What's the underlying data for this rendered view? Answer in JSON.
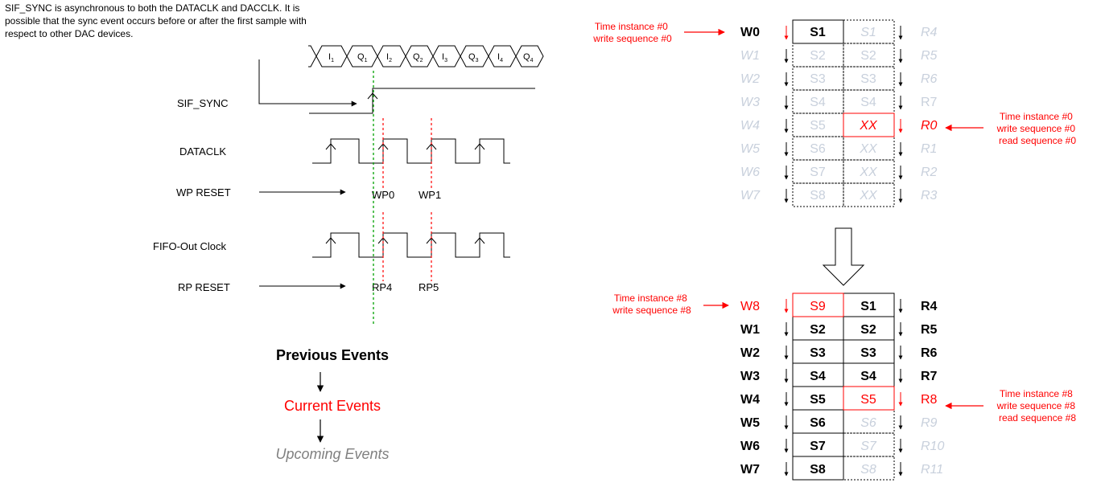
{
  "note": "SIF_SYNC is asynchronous to both the DATACLK and DACCLK. It is possible that the sync event occurs before or after the first sample with respect to other DAC devices.",
  "timing": {
    "samples": [
      {
        "base": "I",
        "sub": "1"
      },
      {
        "base": "Q",
        "sub": "1"
      },
      {
        "base": "I",
        "sub": "2"
      },
      {
        "base": "Q",
        "sub": "2"
      },
      {
        "base": "I",
        "sub": "3"
      },
      {
        "base": "Q",
        "sub": "3"
      },
      {
        "base": "I",
        "sub": "4"
      },
      {
        "base": "Q",
        "sub": "4"
      }
    ],
    "signals": {
      "sif_sync": "SIF_SYNC",
      "dataclk": "DATACLK",
      "wp_reset": "WP RESET",
      "fifo_out_clock": "FIFO-Out Clock",
      "rp_reset": "RP RESET"
    },
    "pointers": {
      "wp0": "WP0",
      "wp1": "WP1",
      "rp4": "RP4",
      "rp5": "RP5"
    }
  },
  "legend": {
    "previous": "Previous Events",
    "current": "Current Events",
    "upcoming": "Upcoming Events"
  },
  "colors": {
    "current": "#ff0000",
    "upcoming": "#c8d0dc",
    "sync_marker": "#00a000"
  },
  "fifo_top": {
    "annotation_write": [
      "Time instance #0",
      "write sequence #0"
    ],
    "annotation_read": [
      "Time instance #0",
      "write sequence #0",
      "read sequence #0"
    ],
    "rows": [
      {
        "w": "W0",
        "a": "S1",
        "b": "S1",
        "r": "R4"
      },
      {
        "w": "W1",
        "a": "S2",
        "b": "S2",
        "r": "R5"
      },
      {
        "w": "W2",
        "a": "S3",
        "b": "S3",
        "r": "R6"
      },
      {
        "w": "W3",
        "a": "S4",
        "b": "S4",
        "r": "R7"
      },
      {
        "w": "W4",
        "a": "S5",
        "b": "XX",
        "r": "R0"
      },
      {
        "w": "W5",
        "a": "S6",
        "b": "XX",
        "r": "R1"
      },
      {
        "w": "W6",
        "a": "S7",
        "b": "XX",
        "r": "R2"
      },
      {
        "w": "W7",
        "a": "S8",
        "b": "XX",
        "r": "R3"
      }
    ]
  },
  "fifo_bottom": {
    "annotation_write": [
      "Time instance #8",
      "write sequence #8"
    ],
    "annotation_read": [
      "Time instance #8",
      "write sequence #8",
      "read sequence #8"
    ],
    "rows": [
      {
        "w": "W8",
        "a": "S9",
        "b": "S1",
        "r": "R4"
      },
      {
        "w": "W1",
        "a": "S2",
        "b": "S2",
        "r": "R5"
      },
      {
        "w": "W2",
        "a": "S3",
        "b": "S3",
        "r": "R6"
      },
      {
        "w": "W3",
        "a": "S4",
        "b": "S4",
        "r": "R7"
      },
      {
        "w": "W4",
        "a": "S5",
        "b": "S5",
        "r": "R8"
      },
      {
        "w": "W5",
        "a": "S6",
        "b": "S6",
        "r": "R9"
      },
      {
        "w": "W6",
        "a": "S7",
        "b": "S7",
        "r": "R10"
      },
      {
        "w": "W7",
        "a": "S8",
        "b": "S8",
        "r": "R11"
      }
    ]
  }
}
